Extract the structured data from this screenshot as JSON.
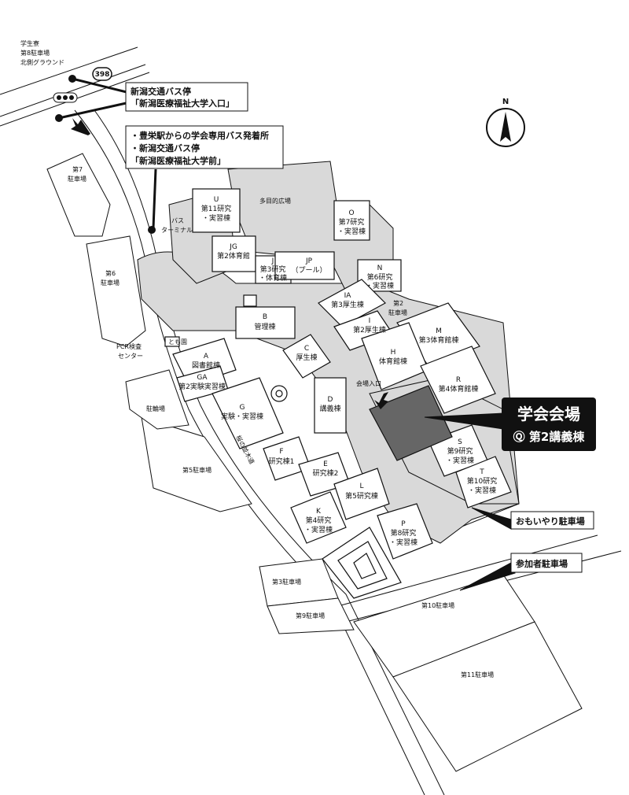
{
  "top_left_labels": [
    "学生寮",
    "第8駐車場",
    "北側グラウンド"
  ],
  "route_number": "398",
  "callouts": {
    "bus_stop_entrance": {
      "line1": "新潟交通バス停",
      "line2": "「新潟医療福祉大学入口」"
    },
    "bus_terminal_info": {
      "line1": "・豊栄駅からの学会専用バス発着所",
      "line2": "・新潟交通バス停",
      "line3": "「新潟医療福祉大学前」"
    },
    "omoiyari_parking": "おもいやり駐車場",
    "participant_parking": "参加者駐車場"
  },
  "venue": {
    "title": "学会会場",
    "subtitle": "Ⓠ 第2講義棟"
  },
  "north": "N",
  "areas": {
    "multipurpose_plaza": "多目的広場",
    "bus_terminal_1": "バス",
    "bus_terminal_2": "ターミナル",
    "entrance": "会場入口",
    "pcr_1": "PCR検査",
    "pcr_2": "センター",
    "bike_parking": "駐輪場",
    "tomoen": "とも園"
  },
  "parking_lots": {
    "p7a": "第7",
    "p7b": "駐車場",
    "p6a": "第6",
    "p6b": "駐車場",
    "p2a": "第2",
    "p2b": "駐車場",
    "p5": "第5駐車場",
    "p3": "第3駐車場",
    "p9": "第9駐車場",
    "p10": "第10駐車場",
    "p11": "第11駐車場"
  },
  "buildings": {
    "U": {
      "code": "U",
      "l1": "第11研究",
      "l2": "・実習棟"
    },
    "JG": {
      "code": "JG",
      "l1": "第2体育館"
    },
    "J": {
      "code": "J",
      "l1": "第3研究",
      "l2": "・体育棟"
    },
    "JP": {
      "code": "JP",
      "l1": "（プール）"
    },
    "O": {
      "code": "O",
      "l1": "第7研究",
      "l2": "・実習棟"
    },
    "N": {
      "code": "N",
      "l1": "第6研究",
      "l2": "・実習棟"
    },
    "IA": {
      "code": "IA",
      "l1": "第3厚生棟"
    },
    "I": {
      "code": "I",
      "l1": "第2厚生棟"
    },
    "M": {
      "code": "M",
      "l1": "第3体育館棟"
    },
    "B": {
      "code": "B",
      "l1": "管理棟"
    },
    "A": {
      "code": "A",
      "l1": "図書館棟"
    },
    "C": {
      "code": "C",
      "l1": "厚生棟"
    },
    "H": {
      "code": "H",
      "l1": "体育館棟"
    },
    "R": {
      "code": "R",
      "l1": "第4体育館棟"
    },
    "GA": {
      "code": "GA",
      "l1": "第2実験実習棟"
    },
    "G": {
      "code": "G",
      "l1": "実験・実習棟"
    },
    "D": {
      "code": "D",
      "l1": "講義棟"
    },
    "S": {
      "code": "S",
      "l1": "第9研究",
      "l2": "・実習棟"
    },
    "T": {
      "code": "T",
      "l1": "第10研究",
      "l2": "・実習棟"
    },
    "F": {
      "code": "F",
      "l1": "研究棟1"
    },
    "E": {
      "code": "E",
      "l1": "研究棟2"
    },
    "L": {
      "code": "L",
      "l1": "第5研究棟"
    },
    "K": {
      "code": "K",
      "l1": "第4研究",
      "l2": "・実習棟"
    },
    "P": {
      "code": "P",
      "l1": "第8研究",
      "l2": "・実習棟"
    }
  },
  "walkway": "桜の並木道",
  "colors": {
    "venue": "#666666",
    "callout_dark": "#111111",
    "campus_grey": "#d9d9d9"
  }
}
